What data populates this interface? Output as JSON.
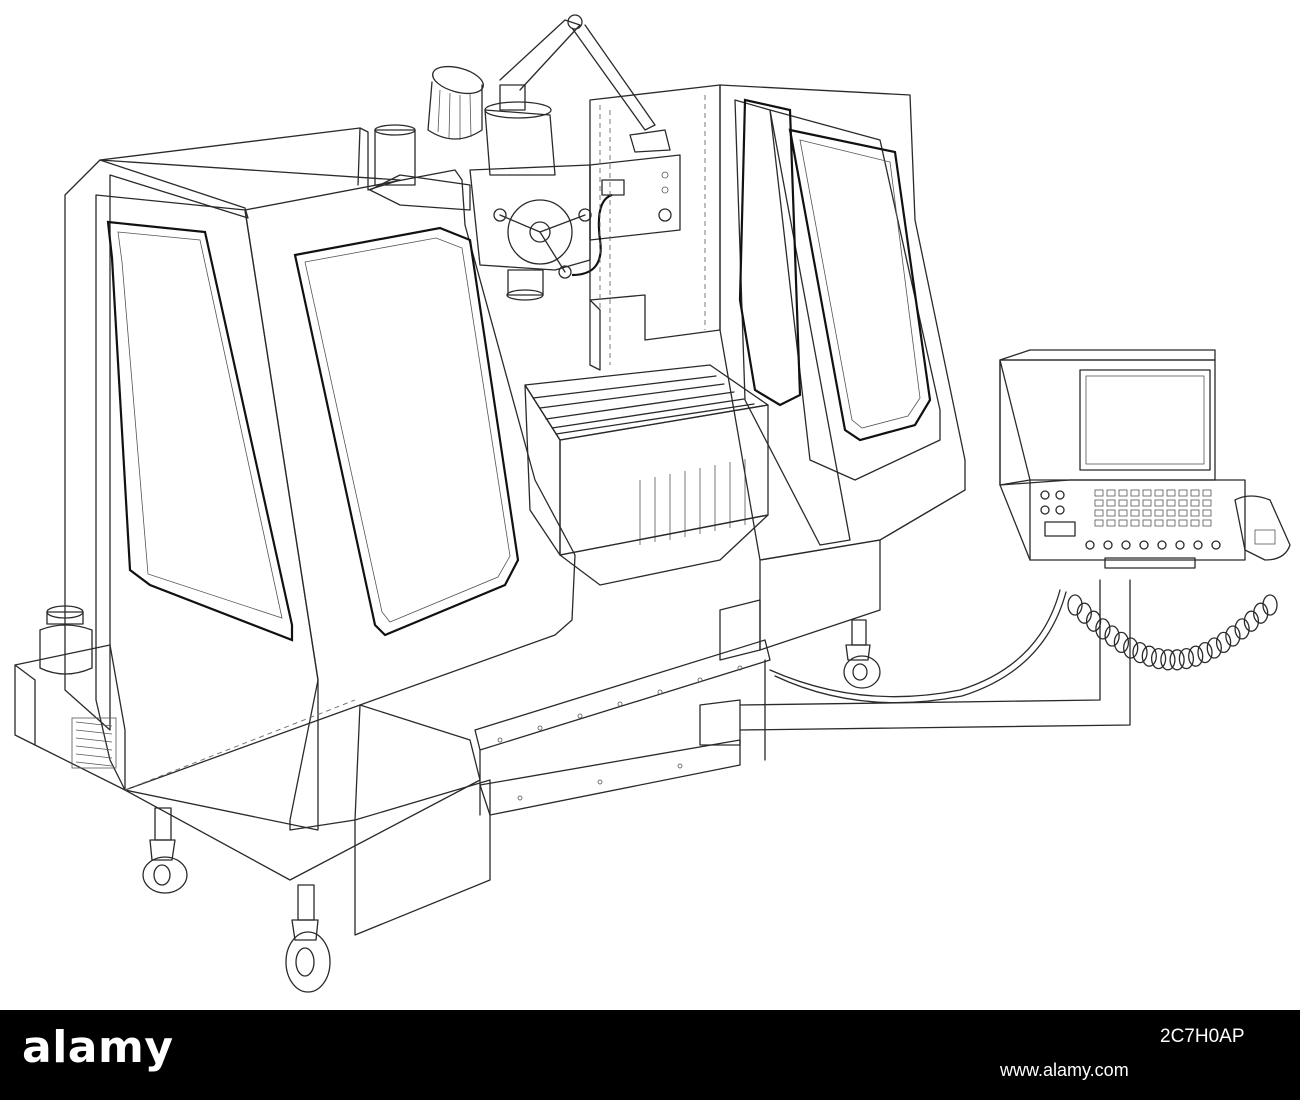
{
  "watermark": {
    "logo": "alamy",
    "image_id": "2C7H0AP",
    "site": "www.alamy.com"
  },
  "colors": {
    "line": "#2a2a2a",
    "background": "#ffffff",
    "bar": "#000000",
    "bar_text": "#ffffff"
  },
  "control_panel": {
    "keypad_rows": 4,
    "keypad_cols": 10
  }
}
